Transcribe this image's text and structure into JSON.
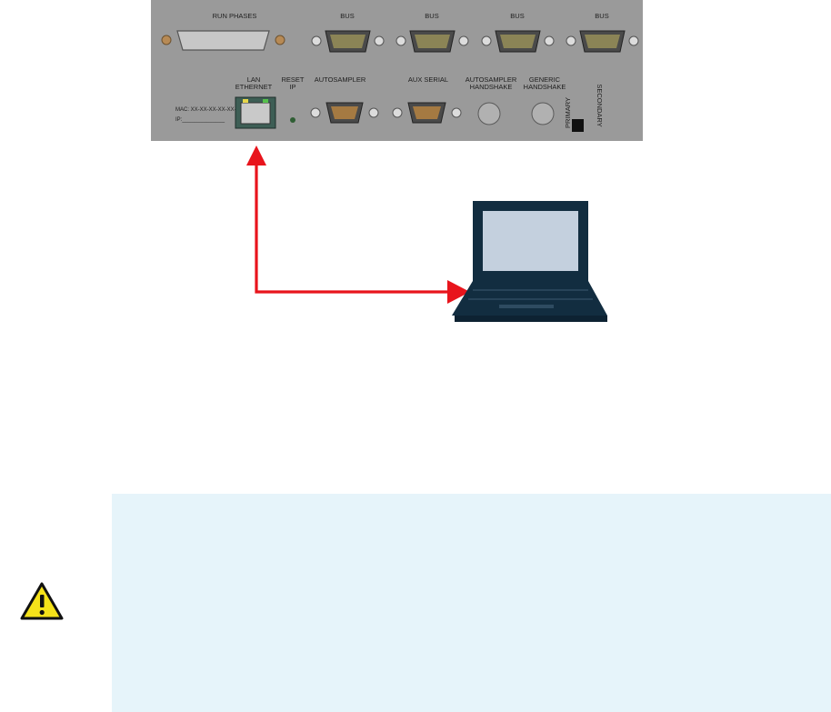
{
  "panel": {
    "labels": {
      "run_phases": "RUN PHASES",
      "bus_1": "BUS",
      "bus_2": "BUS",
      "bus_3": "BUS",
      "bus_4": "BUS",
      "lan_ethernet": "LAN\nETHERNET",
      "reset_ip": "RESET\nIP",
      "autosampler": "AUTOSAMPLER",
      "aux_serial": "AUX SERIAL",
      "autosampler_handshake": "AUTOSAMPLER\nHANDSHAKE",
      "generic_handshake": "GENERIC\nHANDSHAKE",
      "mac": "MAC: XX-XX-XX-XX-XX-XX",
      "ip": "IP:______________",
      "primary": "PRIMARY",
      "secondary": "SECONDARY"
    }
  },
  "connection": {
    "color": "#e8141c"
  },
  "note": {
    "icon": "warning-icon",
    "text": ""
  },
  "colors": {
    "panel": "#9a9a9a",
    "note_bg": "#e6f4fa",
    "laptop": "#122d40",
    "screen": "#c4d0de"
  }
}
